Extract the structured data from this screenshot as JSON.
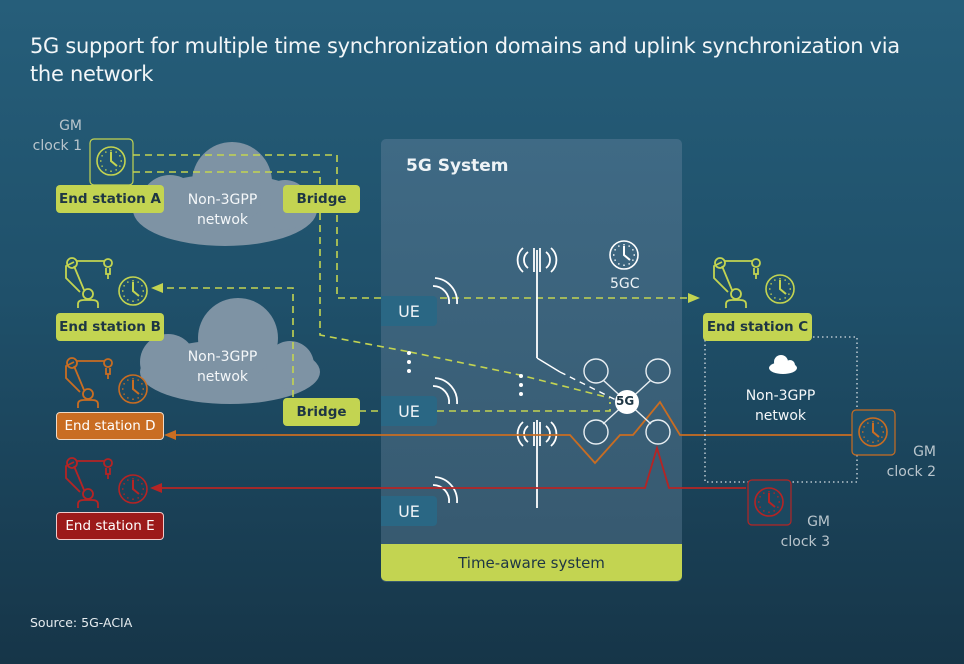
{
  "title": "5G support for multiple time synchronization domains and uplink synchronization via the network",
  "source": "Source: 5G-ACIA",
  "colors": {
    "lime": "#c3d451",
    "orange": "#c96d22",
    "red": "#9c1a1a",
    "cloud": "#7e93a4",
    "panel": "#3f6a85",
    "ue": "#2a6784"
  },
  "system": {
    "title": "5G System",
    "footer": "Time-aware system",
    "core_label": "5GC",
    "hub_label": "5G",
    "ue_labels": [
      "UE",
      "UE",
      "UE"
    ]
  },
  "end_stations": {
    "a": "End station A",
    "b": "End station B",
    "c": "End station C",
    "d": "End station D",
    "e": "End station E"
  },
  "bridges": [
    "Bridge",
    "Bridge"
  ],
  "networks": {
    "left_top": [
      "Non-3GPP",
      "netwok"
    ],
    "left_mid": [
      "Non-3GPP",
      "netwok"
    ],
    "right": [
      "Non-3GPP",
      "netwok"
    ]
  },
  "gm_clocks": {
    "clock1": [
      "GM",
      "clock 1"
    ],
    "clock2": [
      "GM",
      "clock 2"
    ],
    "clock3": [
      "GM",
      "clock 3"
    ]
  },
  "icons": {
    "clock": "clock-icon",
    "robot": "robot-arm-icon",
    "antenna": "antenna-icon",
    "wireless": "wireless-signal-icon",
    "cloud": "cloud-icon"
  }
}
